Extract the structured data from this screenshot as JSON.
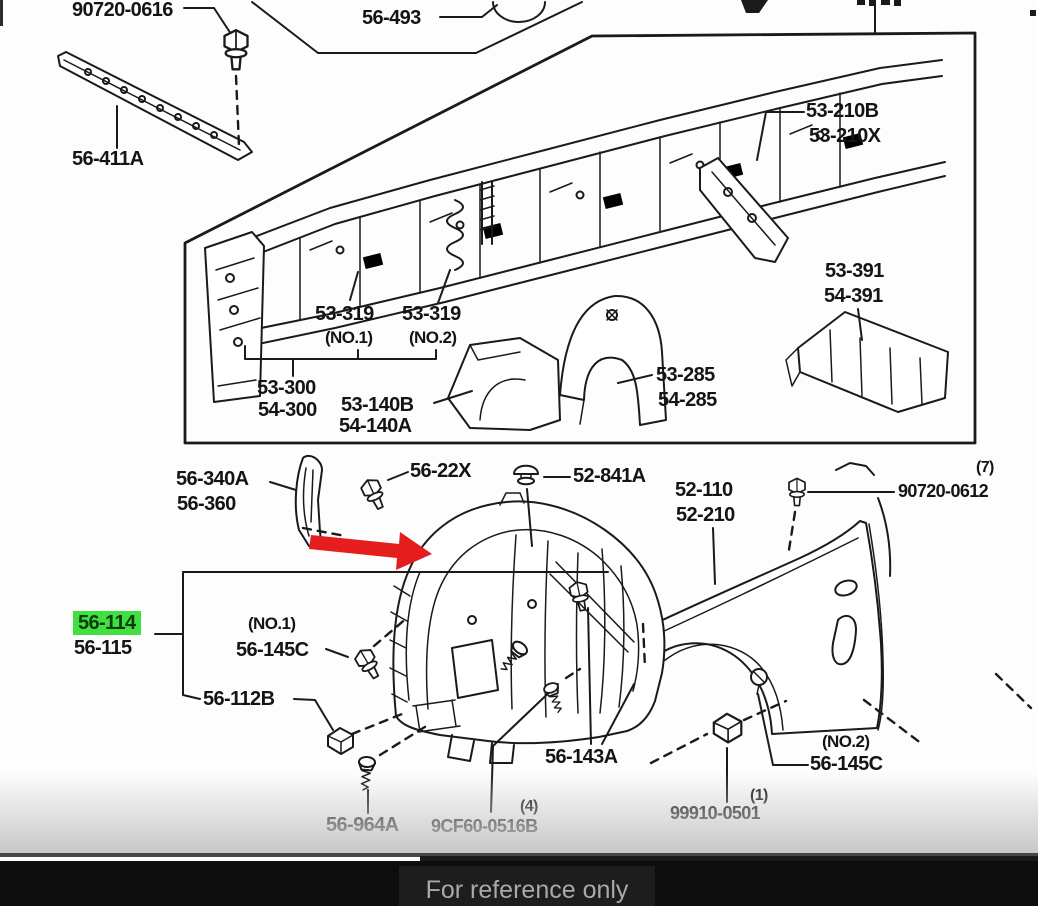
{
  "caption": "For reference only",
  "highlighted_part": "56-114",
  "colors": {
    "ink": "#1a1a1a",
    "highlight": "#41e041",
    "arrow": "#e51d1d",
    "caption_text": "#a9a9a9",
    "caption_bg": "#0d0d0d"
  },
  "labels": {
    "p90720_0616": "90720-0616",
    "p56_493": "56-493",
    "p53_210b": "53-210B",
    "p53_210x": "53-210X",
    "p56_411a": "56-411A",
    "p53_319_1": "53-319",
    "p53_319_1n": "(NO.1)",
    "p53_319_2": "53-319",
    "p53_319_2n": "(NO.2)",
    "p53_300": "53-300",
    "p54_300": "54-300",
    "p53_140b": "53-140B",
    "p54_140a": "54-140A",
    "p53_285": "53-285",
    "p54_285": "54-285",
    "p53_391": "53-391",
    "p54_391": "54-391",
    "p56_340a": "56-340A",
    "p56_360": "56-360",
    "p56_22x": "56-22X",
    "p52_841a": "52-841A",
    "p52_110": "52-110",
    "p52_210": "52-210",
    "q7": "(7)",
    "p90720_0612": "90720-0612",
    "p56_114": "56-114",
    "p56_115": "56-115",
    "no1": "(NO.1)",
    "p56_145c_1": "56-145C",
    "p56_112b": "56-112B",
    "p56_143a": "56-143A",
    "p56_964a": "56-964A",
    "q4": "(4)",
    "p9cf60_0516b": "9CF60-0516B",
    "q1": "(1)",
    "p99910_0501": "99910-0501",
    "no2": "(NO.2)",
    "p56_145c_2": "56-145C"
  }
}
